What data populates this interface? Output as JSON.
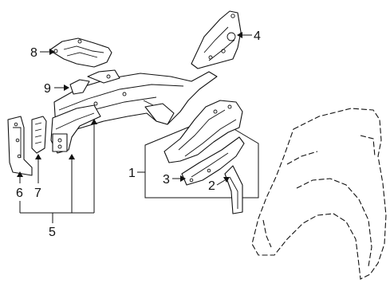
{
  "callouts": {
    "c1": "1",
    "c2": "2",
    "c3": "3",
    "c4": "4",
    "c5": "5",
    "c6": "6",
    "c7": "7",
    "c8": "8",
    "c9": "9"
  },
  "style": {
    "line_color": "#111111",
    "background": "#ffffff"
  }
}
